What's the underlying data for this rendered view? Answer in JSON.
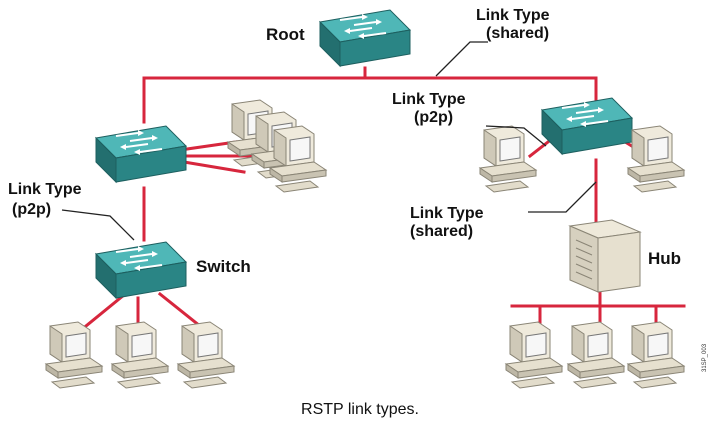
{
  "labels": {
    "root": "Root",
    "link_top_line1": "Link Type",
    "link_top_line2": "(shared)",
    "link_right_line1": "Link Type",
    "link_right_line2": "(p2p)",
    "link_left_line1": "Link Type",
    "link_left_line2": "(p2p)",
    "link_mid_line1": "Link Type",
    "link_mid_line2": "(shared)",
    "switch": "Switch",
    "hub": "Hub"
  },
  "figure_id": "31SP_003",
  "caption": "RSTP link types.",
  "colors": {
    "link": "#d7263d",
    "switch_top": "#3aa9a9",
    "switch_front": "#1f7d7d",
    "hub_body": "#d9d3c3",
    "pc_body": "#ece7d8"
  }
}
